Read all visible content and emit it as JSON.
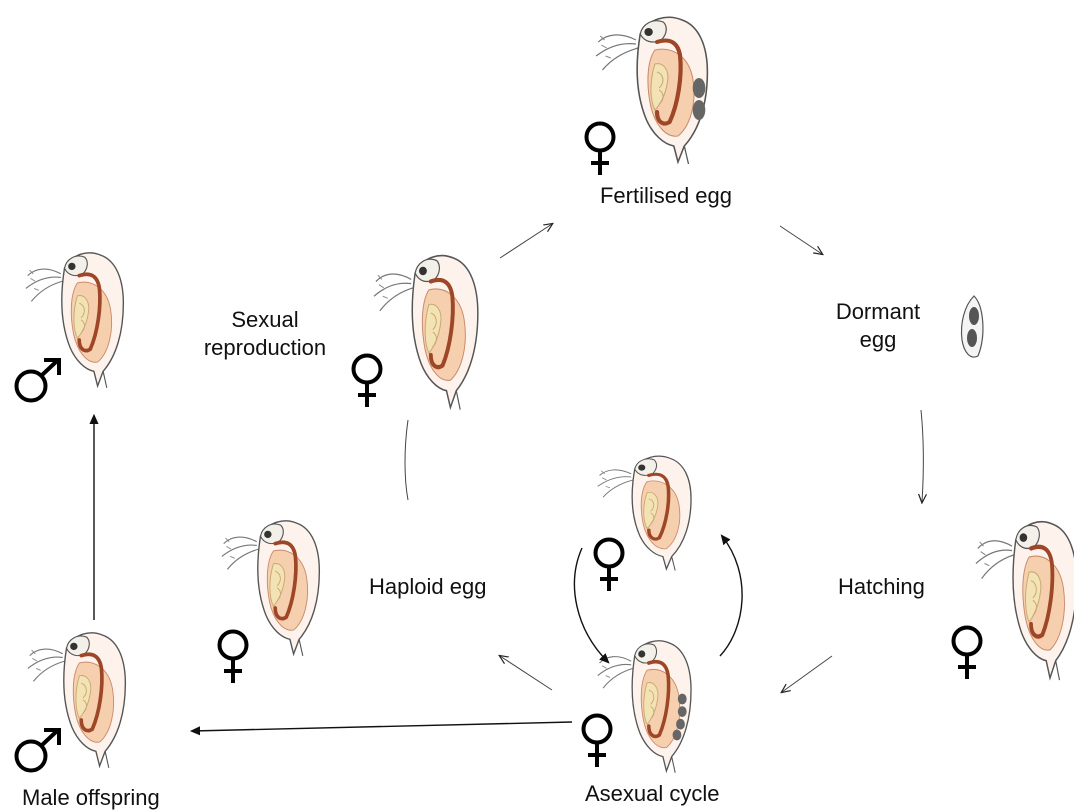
{
  "labels": {
    "fertilised_egg": "Fertilised egg",
    "dormant_egg": "Dormant\negg",
    "sexual_reproduction": "Sexual\nreproduction",
    "haploid_egg": "Haploid egg",
    "hatching": "Hatching",
    "asexual_cycle": "Asexual cycle",
    "male_offspring": "Male offspring"
  },
  "colors": {
    "shell_outline": "#555555",
    "body_fill": "#f6cfae",
    "gut_fill": "#f3e2b4",
    "gut_stroke": "#9e4628",
    "egg_fill": "#666666",
    "arrow": "#222222"
  },
  "icons": {
    "female": "female-symbol-icon",
    "male": "male-symbol-icon",
    "daphnia": "daphnia-illustration",
    "dormant_egg": "ephippium-egg-icon"
  }
}
